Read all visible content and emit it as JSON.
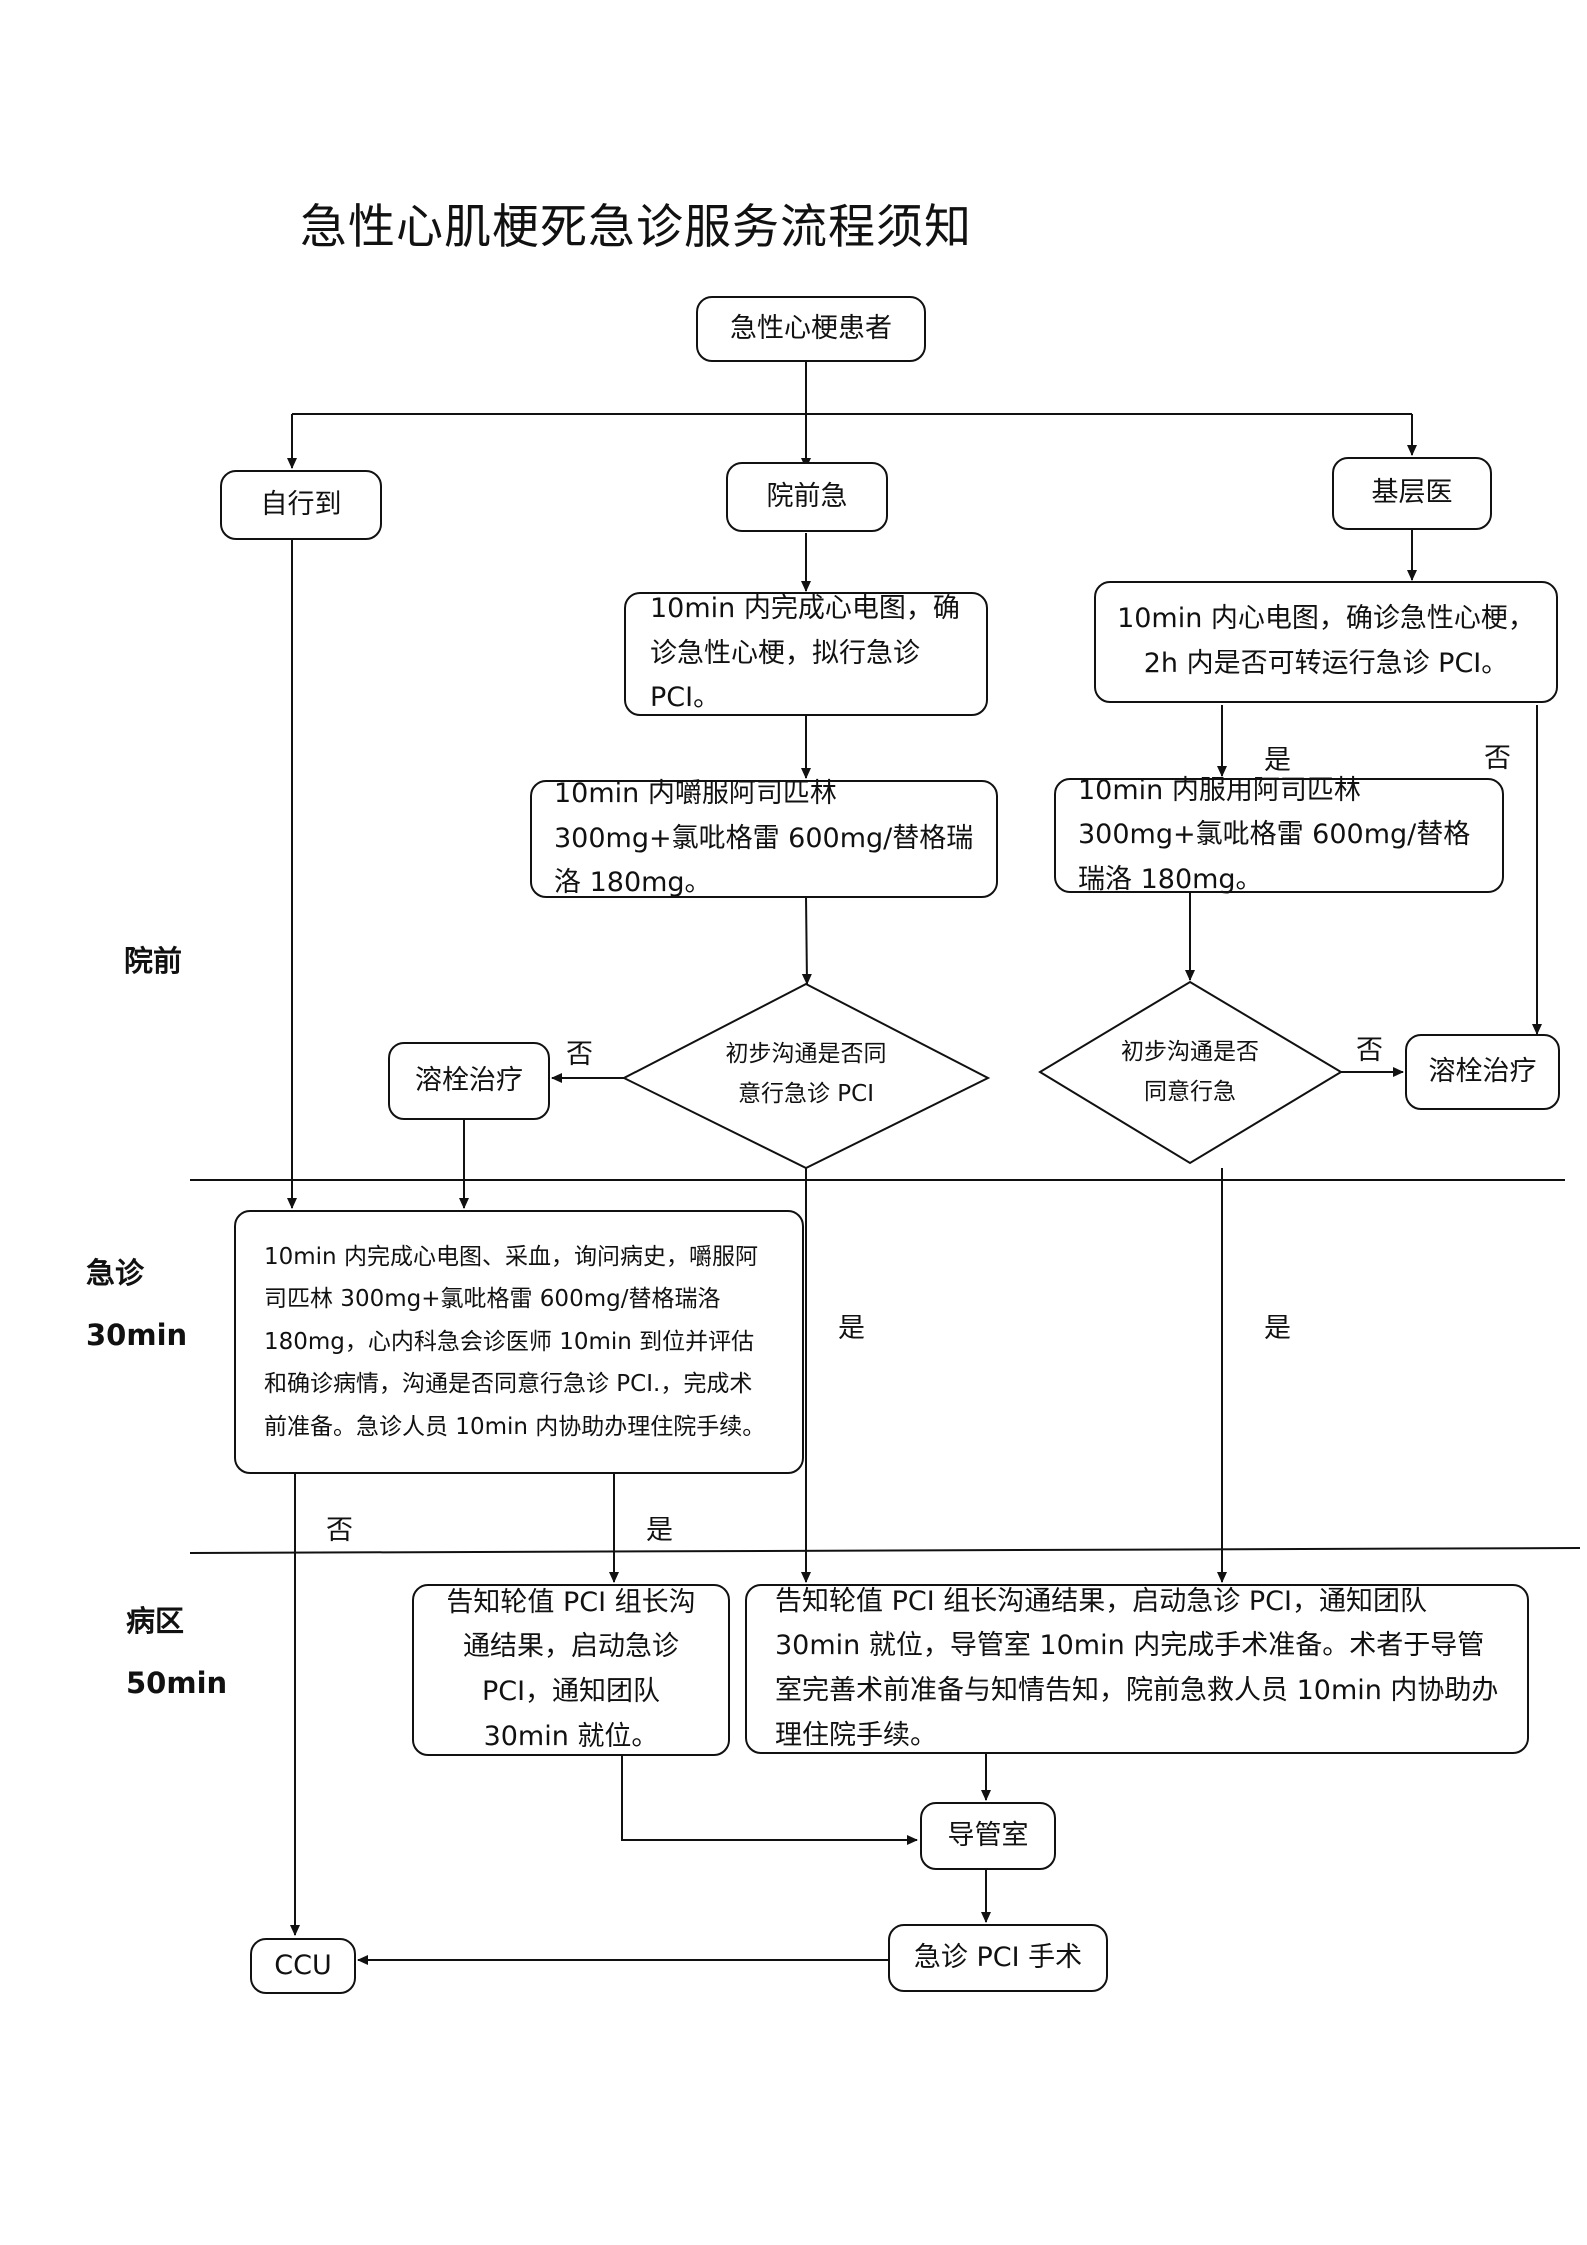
{
  "title": "急性心肌梗死急诊服务流程须知",
  "nodes": {
    "patient": "急性心梗患者",
    "self": "自行到",
    "prehospital": "院前急",
    "primary": "基层医",
    "ecg_pre": "10min 内完成心电图，确诊急性心梗，拟行急诊 PCI。",
    "ecg_primary": "10min 内心电图，确诊急性心梗，2h 内是否可转运行急诊 PCI。",
    "drug_pre": "10min 内嚼服阿司匹林 300mg+氯吡格雷 600mg/替格瑞洛 180mg。",
    "drug_primary": "10min 内服用阿司匹林 300mg+氯吡格雷 600mg/替格瑞洛 180mg。",
    "decision_pre": "初步沟通是否同意行急诊 PCI",
    "decision_primary": "初步沟通是否同意行急",
    "thrombo_left": "溶栓治疗",
    "thrombo_right": "溶栓治疗",
    "er_box": "10min 内完成心电图、采血，询问病史，嚼服阿司匹林 300mg+氯吡格雷 600mg/替格瑞洛 180mg，心内科急会诊医师 10min 到位并评估和确诊病情，沟通是否同意行急诊 PCI.，完成术前准备。急诊人员 10min 内协助办理住院手续。",
    "notify_left": "告知轮值 PCI 组长沟通结果，启动急诊 PCI，通知团队 30min 就位。",
    "notify_right": "告知轮值 PCI 组长沟通结果，启动急诊 PCI，通知团队 30min 就位，导管室 10min 内完成手术准备。术者于导管室完善术前准备与知情告知，院前急救人员 10min 内协助办理住院手续。",
    "cathlab": "导管室",
    "pci": "急诊 PCI 手术",
    "ccu": "CCU"
  },
  "labels": {
    "yes": "是",
    "no": "否"
  },
  "sections": {
    "pre": "院前",
    "er": "急诊",
    "er_time": "30min",
    "ward": "病区",
    "ward_time": "50min"
  }
}
